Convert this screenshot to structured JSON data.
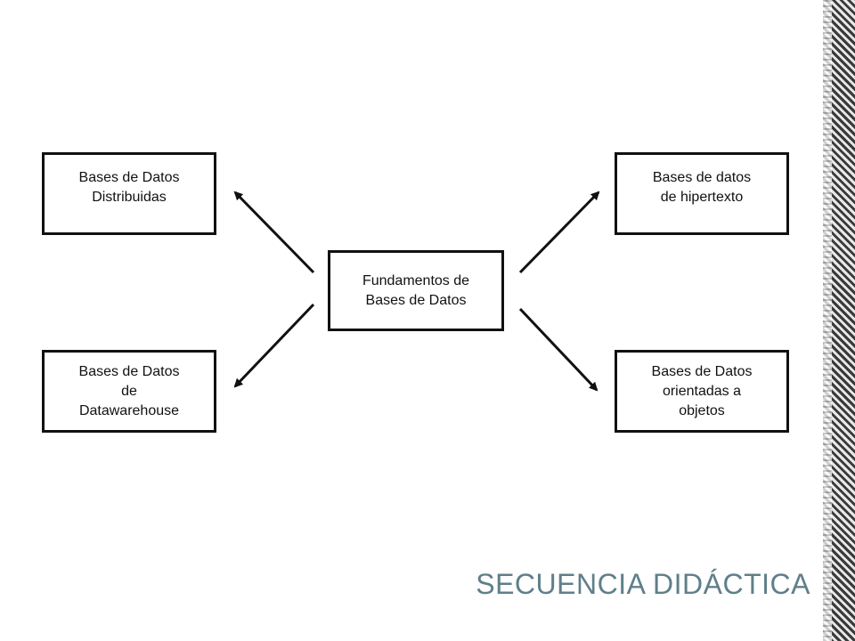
{
  "diagram": {
    "center": "Fundamentos de\nBases de Datos",
    "top_left": "Bases de Datos\nDistribuidas",
    "bottom_left": "Bases de Datos\nde\nDatawarehouse",
    "top_right": "Bases de datos\nde hipertexto",
    "bottom_right": "Bases de Datos\norientadas a\nobjetos"
  },
  "slide": {
    "title": "SECUENCIA DIDÁCTICA"
  }
}
